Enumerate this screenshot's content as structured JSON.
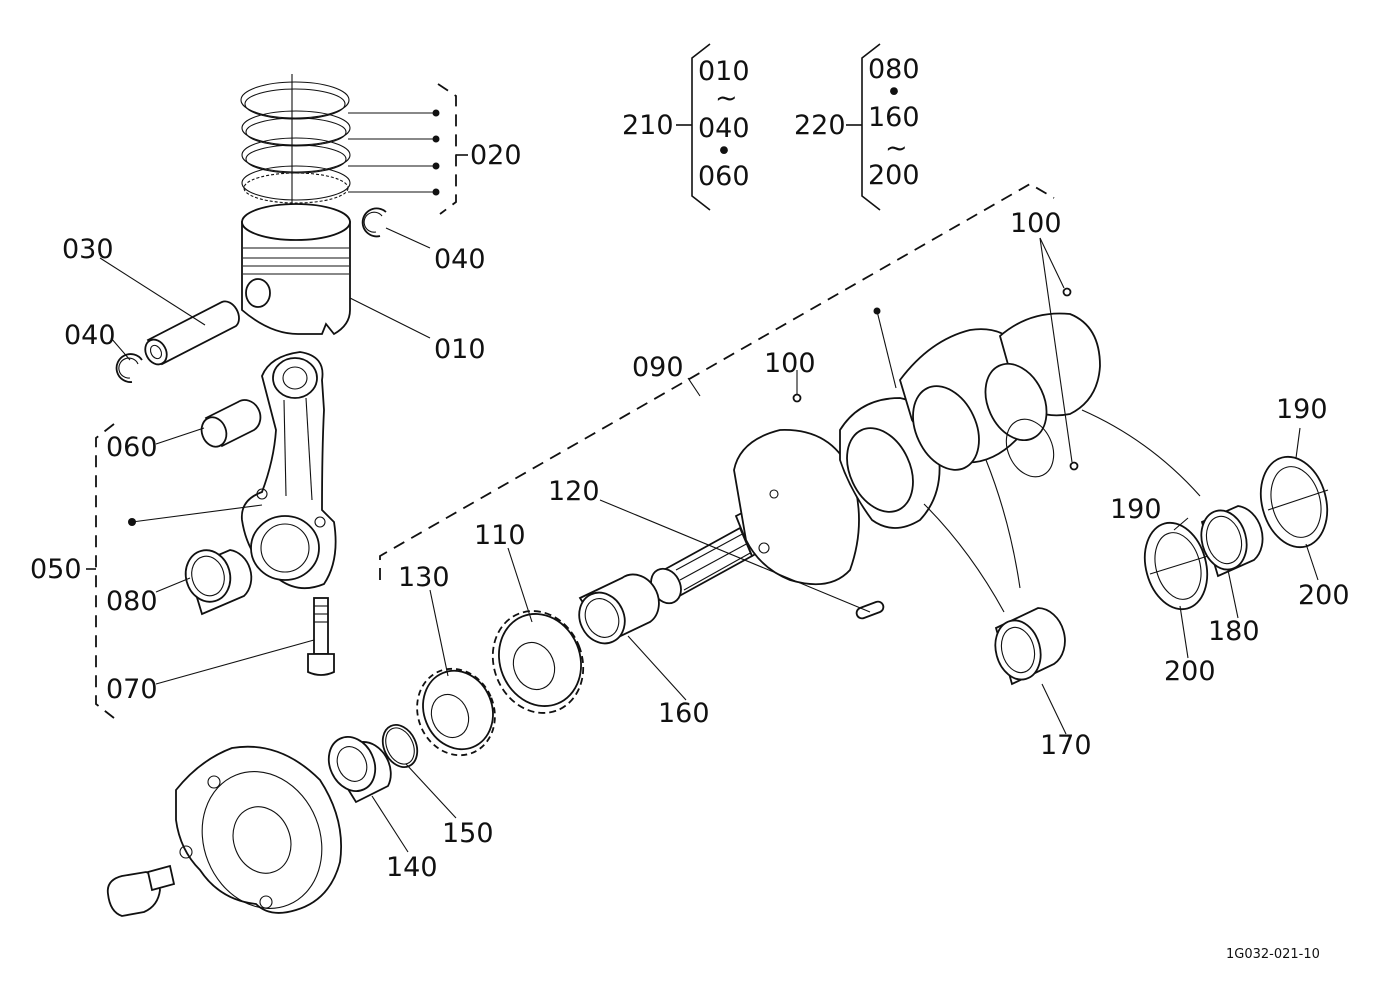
{
  "drawing_ref": "1G032-021-10",
  "part_labels": {
    "p010": "010",
    "p020": "020",
    "p030": "030",
    "p040a": "040",
    "p040b": "040",
    "p050": "050",
    "p060": "060",
    "p070": "070",
    "p080": "080",
    "p090": "090",
    "p100a": "100",
    "p100b": "100",
    "p110": "110",
    "p120": "120",
    "p130": "130",
    "p140": "140",
    "p150": "150",
    "p160": "160",
    "p170": "170",
    "p180": "180",
    "p190a": "190",
    "p190b": "190",
    "p200a": "200",
    "p200b": "200"
  },
  "sets": {
    "s210": {
      "id": "210",
      "items": [
        "010",
        "~",
        "040",
        "•",
        "060"
      ]
    },
    "s220": {
      "id": "220",
      "items": [
        "080",
        "•",
        "160",
        "~",
        "200"
      ]
    }
  }
}
